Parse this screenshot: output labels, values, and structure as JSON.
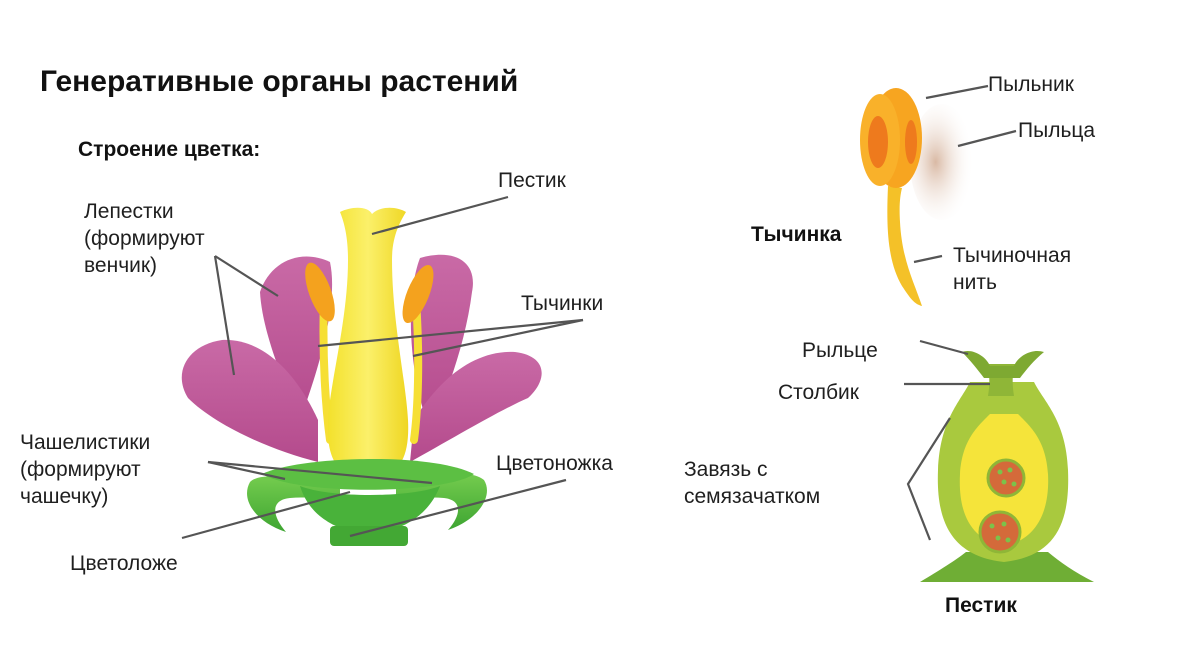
{
  "title": "Генеративные органы растений",
  "subtitle": "Строение цветка:",
  "flower_labels": {
    "pistil": "Пестик",
    "petals": "Лепестки\n(формируют\nвенчик)",
    "stamens": "Тычинки",
    "sepals": "Чашелистики\n(формируют\nчашечку)",
    "peduncle": "Цветоножка",
    "receptacle": "Цветоложе"
  },
  "stamen_diagram": {
    "heading": "Тычинка",
    "anther": "Пыльник",
    "pollen": "Пыльца",
    "filament": "Тычиночная\nнить"
  },
  "pistil_diagram": {
    "heading": "Пестик",
    "stigma": "Рыльце",
    "style": "Столбик",
    "ovary": "Завязь с\nсемязачатком"
  },
  "colors": {
    "petal": "#c35b9a",
    "pistil": "#f6e53a",
    "stamen": "#f4a21e",
    "sepal": "#4fb83e",
    "ovary_wall": "#a7c83c"
  }
}
